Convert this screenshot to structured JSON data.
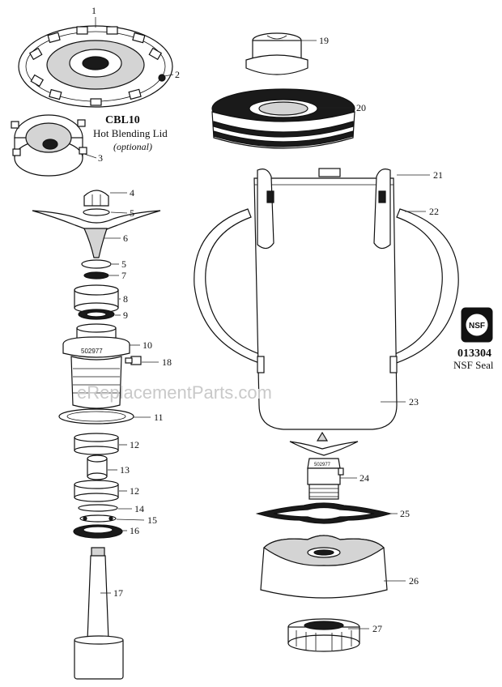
{
  "callouts": [
    "1",
    "2",
    "3",
    "4",
    "5",
    "6",
    "5",
    "7",
    "8",
    "9",
    "10",
    "18",
    "11",
    "12",
    "13",
    "12",
    "14",
    "15",
    "16",
    "17",
    "19",
    "20",
    "21",
    "22",
    "23",
    "24",
    "25",
    "26",
    "27"
  ],
  "lid_caption": {
    "model": "CBL10",
    "name": "Hot Blending Lid",
    "note": "(optional)"
  },
  "nsf": {
    "badge": "NSF",
    "code": "013304",
    "label": "NSF Seal"
  },
  "stamps": {
    "part_number": "502977",
    "small_part_number": "502977"
  },
  "watermark": "eReplacementParts.com"
}
